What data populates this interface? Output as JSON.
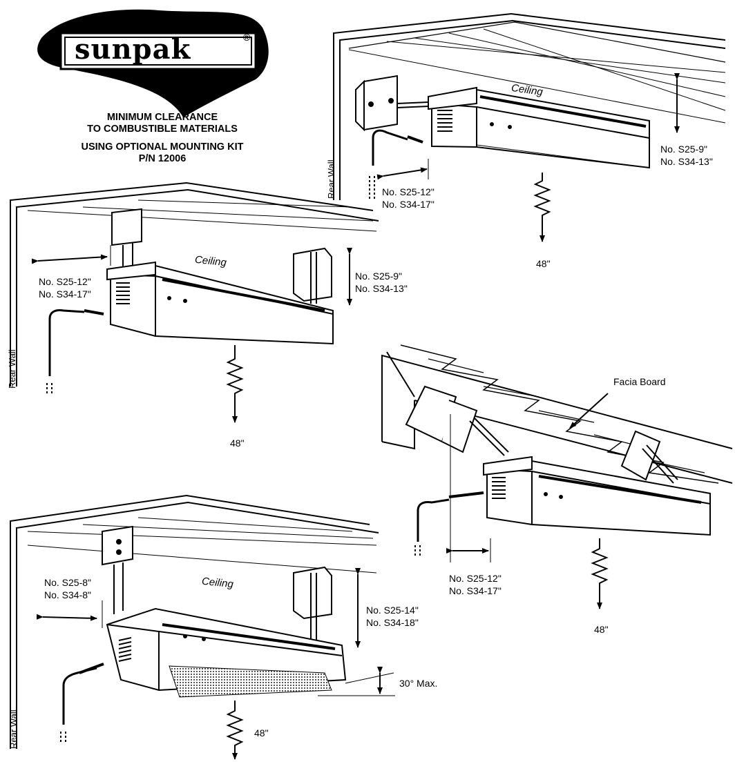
{
  "logo": {
    "text": "sunpak",
    "mark": "®"
  },
  "heading": {
    "line1": "MINIMUM CLEARANCE",
    "line2": "TO COMBUSTIBLE MATERIALS",
    "line3": "USING OPTIONAL MOUNTING KIT",
    "line4": "P/N 12006"
  },
  "diagram_top_right": {
    "ceiling": "Ceiling",
    "rear_wall": "Rear Wall",
    "ceiling_clearance": [
      "No. S25-9\"",
      "No. S34-13\""
    ],
    "wall_clearance": [
      "No. S25-12\"",
      "No. S34-17\""
    ],
    "floor_clearance": "48\""
  },
  "diagram_middle_left": {
    "ceiling": "Ceiling",
    "rear_wall": "Rear Wall",
    "wall_clearance": [
      "No. S25-12\"",
      "No. S34-17\""
    ],
    "ceiling_clearance": [
      "No. S25-9\"",
      "No. S34-13\""
    ],
    "floor_clearance": "48\""
  },
  "diagram_facia": {
    "facia": "Facia Board",
    "wall_clearance": [
      "No. S25-12\"",
      "No. S34-17\""
    ],
    "floor_clearance": "48\""
  },
  "diagram_bottom_left": {
    "ceiling": "Ceiling",
    "rear_wall": "Rear Wall",
    "wall_clearance": [
      "No. S25-8\"",
      "No. S34-8\""
    ],
    "ceiling_clearance": [
      "No. S25-14\"",
      "No. S34-18\""
    ],
    "tilt": "30° Max.",
    "floor_clearance": "48\""
  }
}
